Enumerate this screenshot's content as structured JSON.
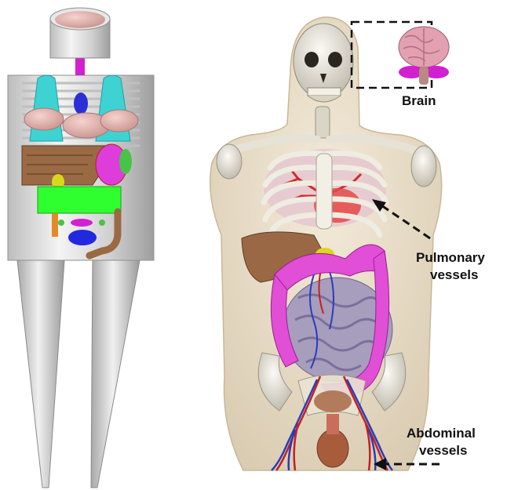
{
  "labels": {
    "brain": "Brain",
    "pulmonary_line1": "Pulmonary",
    "pulmonary_line2": "vessels",
    "abdominal_line1": "Abdominal",
    "abdominal_line2": "vessels"
  },
  "colors": {
    "background": "#ffffff",
    "skin": "#e9ddc9",
    "bone": "#e8e6df",
    "liver": "#9a6a44",
    "intestine": "#a79dbd",
    "colon": "#e04fd6",
    "lung": "#43d6d6",
    "kidney_block": "#2fff2f",
    "arteries": "#c42020",
    "veins": "#2a3db8"
  },
  "icons": [
    "mathematical-phantom",
    "voxel-phantom",
    "brain-inset"
  ]
}
